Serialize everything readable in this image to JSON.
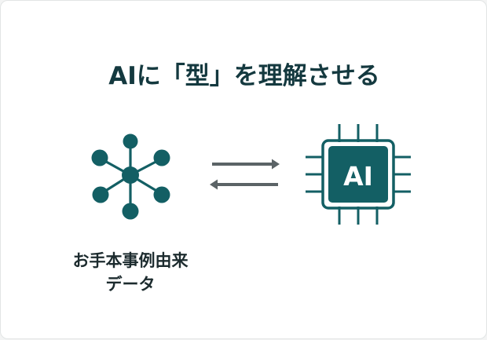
{
  "title": "AIに「型」を理解させる",
  "chip_label": "AI",
  "caption": {
    "line1": "お手本事例由来",
    "line2": "データ"
  },
  "colors": {
    "primary": "#135f64",
    "arrow": "#5b6366",
    "title_text": "#14393f",
    "caption_text": "#1c2b2e"
  },
  "icons": {
    "left": "network-hub-icon",
    "right": "ai-chip-icon",
    "middle": "bidirectional-arrows-icon"
  }
}
